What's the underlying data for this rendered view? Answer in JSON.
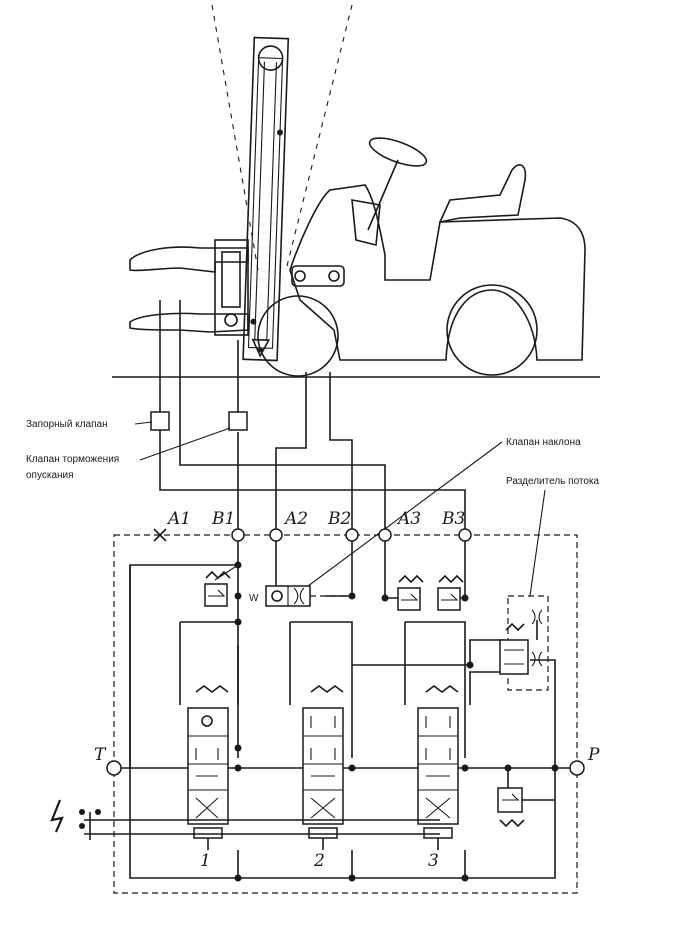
{
  "callouts": {
    "check_valve": "Запорный клапан",
    "lowering_brake_line1": "Клапан торможения",
    "lowering_brake_line2": "опускания",
    "tilt_valve": "Клапан наклона",
    "flow_divider": "Разделитель потока"
  },
  "ports": {
    "a1": "A1",
    "b1": "B1",
    "a2": "A2",
    "b2": "B2",
    "a3": "A3",
    "b3": "B3",
    "tank": "T",
    "pump": "P"
  },
  "sections": [
    "1",
    "2",
    "3"
  ]
}
